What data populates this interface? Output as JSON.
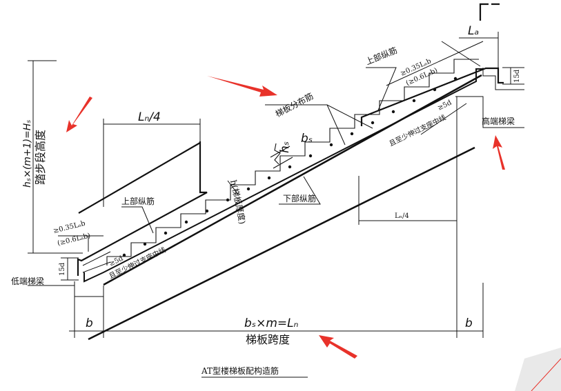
{
  "diagram": {
    "caption": "AT型楼梯板配构造筋",
    "labels": {
      "ln_quarter_top": "Lₙ/4",
      "ln_quarter_right": "Lₙ/4",
      "la": "Lₐ",
      "upper_long_left": "上部纵筋",
      "upper_long_right": "上部纵筋",
      "lower_long": "下部纵筋",
      "distribution": "梯板分布筋",
      "thickness": "h(梯板厚度)",
      "hs": "hₛ",
      "bs": "bₛ",
      "anchor_left_1": "≥0.35Lₐb",
      "anchor_left_2": "(≥0.6Lₐb)",
      "anchor_right_1": "≥0.35Lₐb",
      "anchor_right_2": "(≥0.6Lₐb)",
      "five_d_left_1": "≥5d",
      "five_d_left_2": "且至少伸过支座中线",
      "five_d_right_1": "≥5d",
      "five_d_right_2": "且至少伸过支座中线",
      "fifteen_d_left": "15d",
      "fifteen_d_right": "15d",
      "low_beam": "低端梯梁",
      "high_beam": "高端梯梁",
      "height_formula": "hₛ×(m+1)=Hₛ",
      "height_name": "踏步段高度",
      "b_left": "b",
      "b_right": "b",
      "span_formula": "bₛ×m=Lₙ",
      "span_name": "梯板跨度"
    },
    "colors": {
      "line": "#111111",
      "arrow": "#e8322a"
    }
  }
}
